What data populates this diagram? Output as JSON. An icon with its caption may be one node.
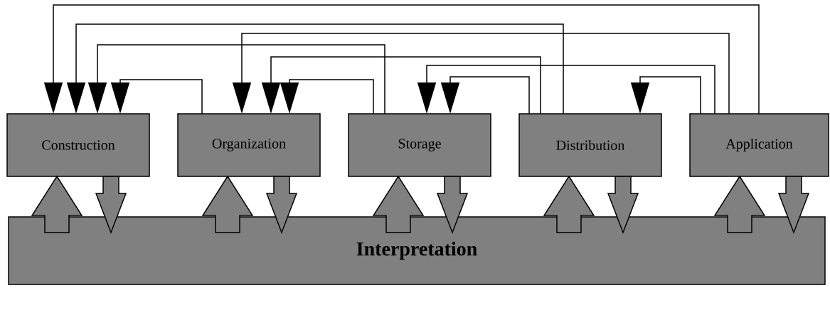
{
  "diagram": {
    "nodes": [
      {
        "text": [
          "Construction"
        ]
      },
      {
        "text": [
          "Organization"
        ]
      },
      {
        "text": [
          "Storage"
        ]
      },
      {
        "text": [
          "Distribution"
        ]
      },
      {
        "text": [
          "Application"
        ]
      },
      {
        "text": [
          "Interpretation"
        ]
      }
    ],
    "edges": [
      {
        "from": 4,
        "to": 0,
        "arrow": "to"
      },
      {
        "from": 3,
        "to": 0,
        "arrow": "to"
      },
      {
        "from": 4,
        "to": 1,
        "arrow": "to"
      },
      {
        "from": 2,
        "to": 0,
        "arrow": "to"
      },
      {
        "from": 3,
        "to": 1,
        "arrow": "to"
      },
      {
        "from": 4,
        "to": 2,
        "arrow": "to"
      },
      {
        "from": 1,
        "to": 0,
        "arrow": "to"
      },
      {
        "from": 2,
        "to": 1,
        "arrow": "to"
      },
      {
        "from": 3,
        "to": 2,
        "arrow": "to"
      },
      {
        "from": 4,
        "to": 3,
        "arrow": "to"
      },
      {
        "from": 5,
        "to": 0,
        "arrow": "to",
        "style": "thick"
      },
      {
        "from": 0,
        "to": 5,
        "arrow": "to",
        "style": "thick"
      },
      {
        "from": 5,
        "to": 1,
        "arrow": "to",
        "style": "thick"
      },
      {
        "from": 1,
        "to": 5,
        "arrow": "to",
        "style": "thick"
      },
      {
        "from": 5,
        "to": 2,
        "arrow": "to",
        "style": "thick"
      },
      {
        "from": 2,
        "to": 5,
        "arrow": "to",
        "style": "thick"
      },
      {
        "from": 5,
        "to": 3,
        "arrow": "to",
        "style": "thick"
      },
      {
        "from": 3,
        "to": 5,
        "arrow": "to",
        "style": "thick"
      },
      {
        "from": 5,
        "to": 4,
        "arrow": "to",
        "style": "thick"
      },
      {
        "from": 4,
        "to": 5,
        "arrow": "to",
        "style": "thick"
      }
    ]
  }
}
